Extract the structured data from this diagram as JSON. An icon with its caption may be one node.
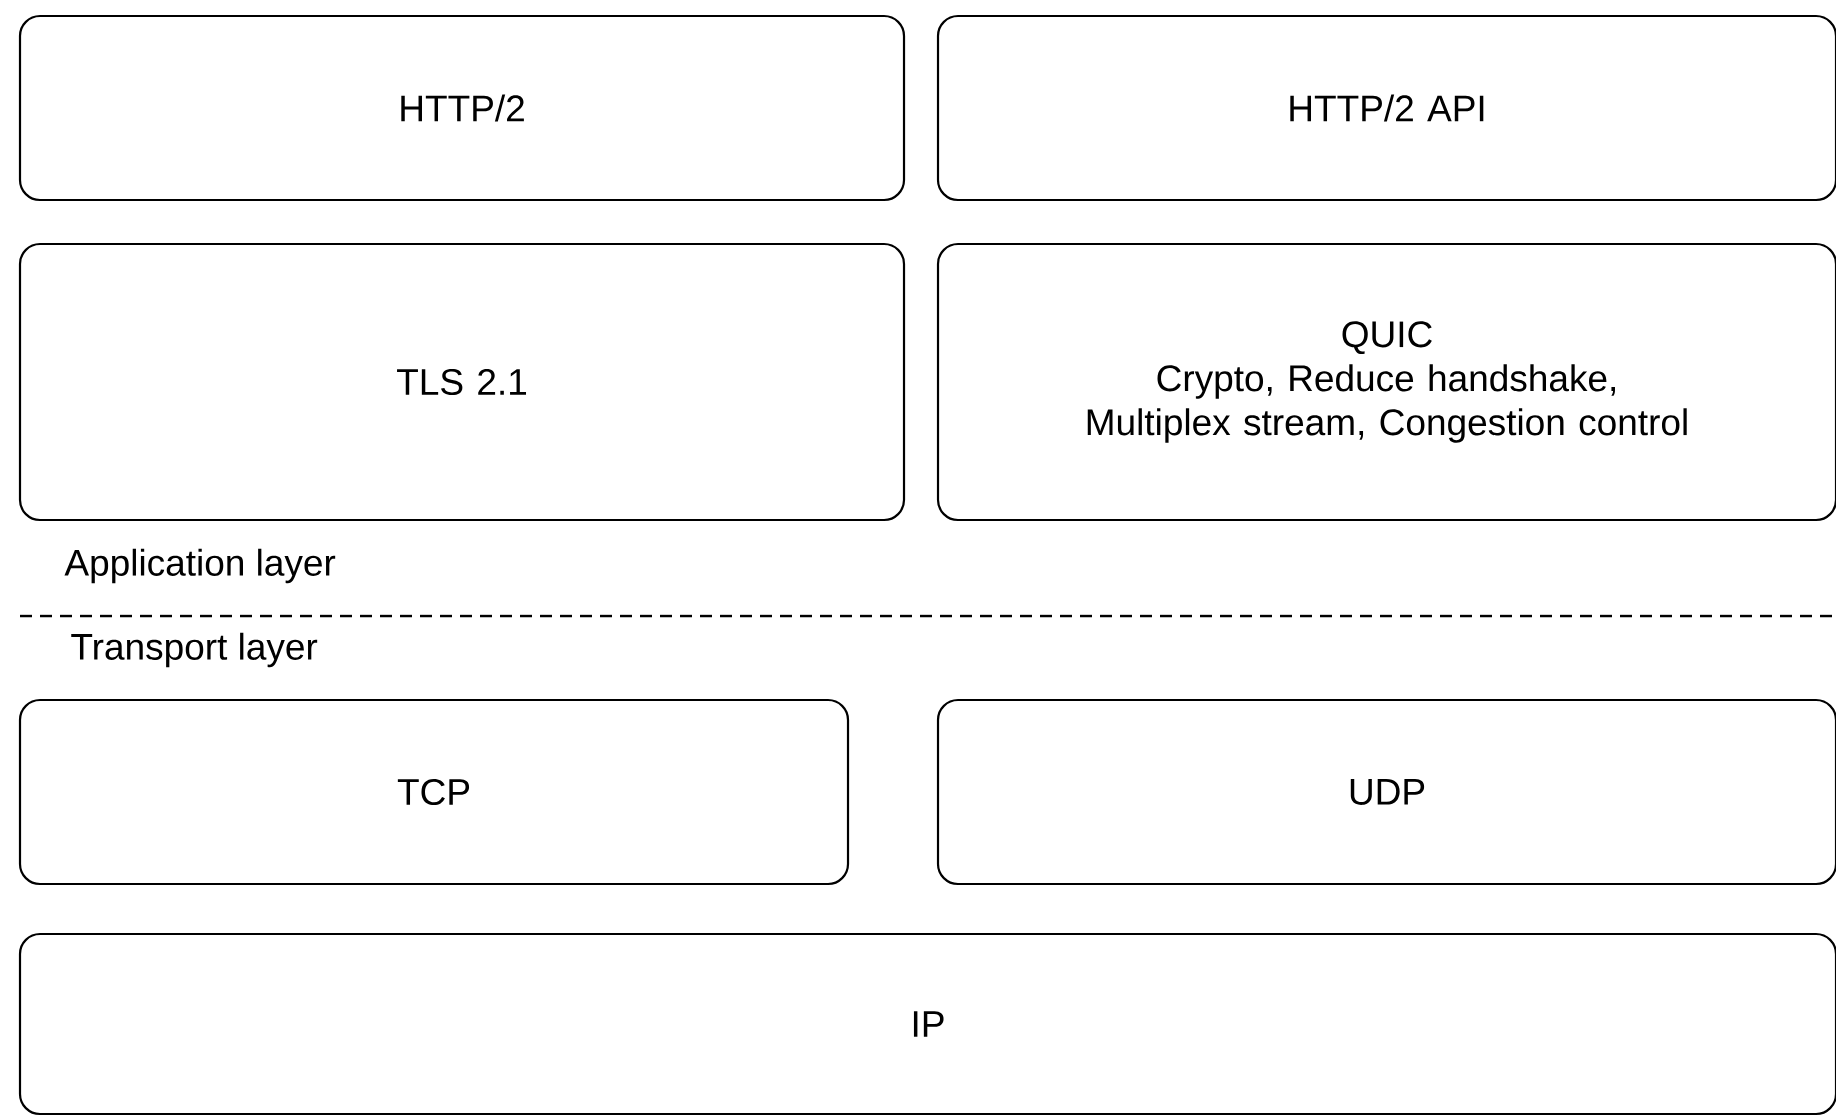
{
  "diagram": {
    "nodes": [
      {
        "text": [
          "HTTP/2"
        ]
      },
      {
        "text": [
          "HTTP/2 API"
        ]
      },
      {
        "text": [
          "TLS 2.1"
        ]
      },
      {
        "text": [
          "QUIC",
          "Crypto, Reduce handshake, Multiplex stream, Congestion control"
        ]
      },
      {
        "text": [
          "TCP"
        ]
      },
      {
        "text": [
          "UDP"
        ]
      },
      {
        "text": [
          "IP"
        ]
      }
    ],
    "labels": [
      "Application layer",
      "Transport layer"
    ]
  }
}
